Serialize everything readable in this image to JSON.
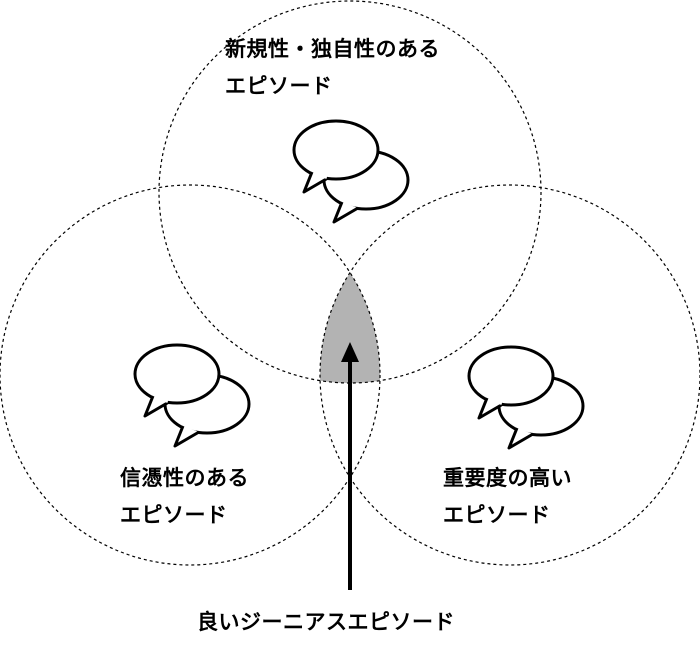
{
  "circles": {
    "top": {
      "label_line1": "新規性・独自性のある",
      "label_line2": "エピソード",
      "icon": "speech-bubbles-icon"
    },
    "left": {
      "label_line1": "信憑性のある",
      "label_line2": "エピソード",
      "icon": "speech-bubbles-icon"
    },
    "right": {
      "label_line1": "重要度の高い",
      "label_line2": "エピソード",
      "icon": "speech-bubbles-icon"
    }
  },
  "intersection": {
    "label": "良いジーニアスエピソード",
    "fill": "#b3b3b3"
  },
  "colors": {
    "stroke": "#000000",
    "background": "#ffffff"
  }
}
